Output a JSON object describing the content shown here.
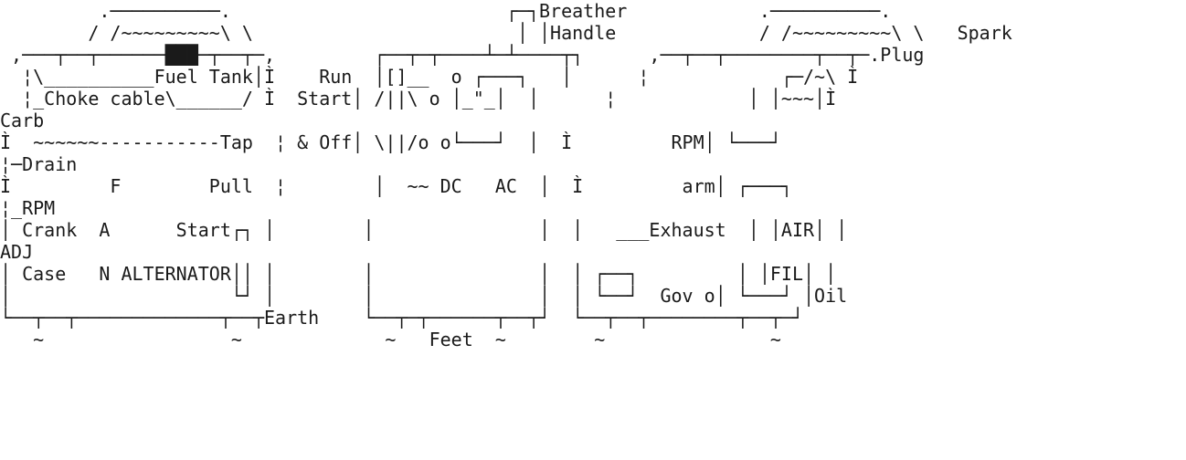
{
  "diagram": {
    "lines": [
      "         .──────────.                         ┌─┐Breather            .──────────.",
      "        / /~~~~~~~~~\\ \\                        │ │Handle             / /~~~~~~~~~\\ \\   Spark",
      " ,───┬──┬──────███─┬──┬─,         ┌──┬─┬────┴─┴────┬┐      ,──┬──┬────────┬──┬─.Plug",
      "  ¦\\__________Fuel Tank│Ì    Run  │[]__  o ┌───┐   │      ¦            ┌─/~\\ Ì",
      "  ¦_Choke cable\\______/ Ì  Start│ /||\\ o │_\"_│  │      ¦            │ │~~~│Ì",
      "Carb",
      "Ì  ~~~~~~-----------Tap  ¦ & Off│ \\||/o o└───┘  │  Ì         RPM│ └───┘",
      "¦─Drain",
      "Ì         F        Pull  ¦        │  ~~ DC   AC  │  Ì         arm│ ┌───┐",
      "¦_RPM",
      "│ Crank  A      Start┌┐ │        │               │  │   ___Exhaust  │ │AIR│ │",
      "ADJ",
      "│ Case   N ALTERNATOR││ │        │               │  │ ┌──┐         │ │FIL│ │",
      "│                    └┘ │        │               │  │ └──┘  Gov o│ └───┘ │Oil",
      "└──┬──┬─────────────┬──┬Earth    └──┬─┬──────┬──┬┘  └──┬──┬────────┬──┬─┘",
      "   ~                 ~             ~   Feet  ~        ~               ~"
    ]
  }
}
